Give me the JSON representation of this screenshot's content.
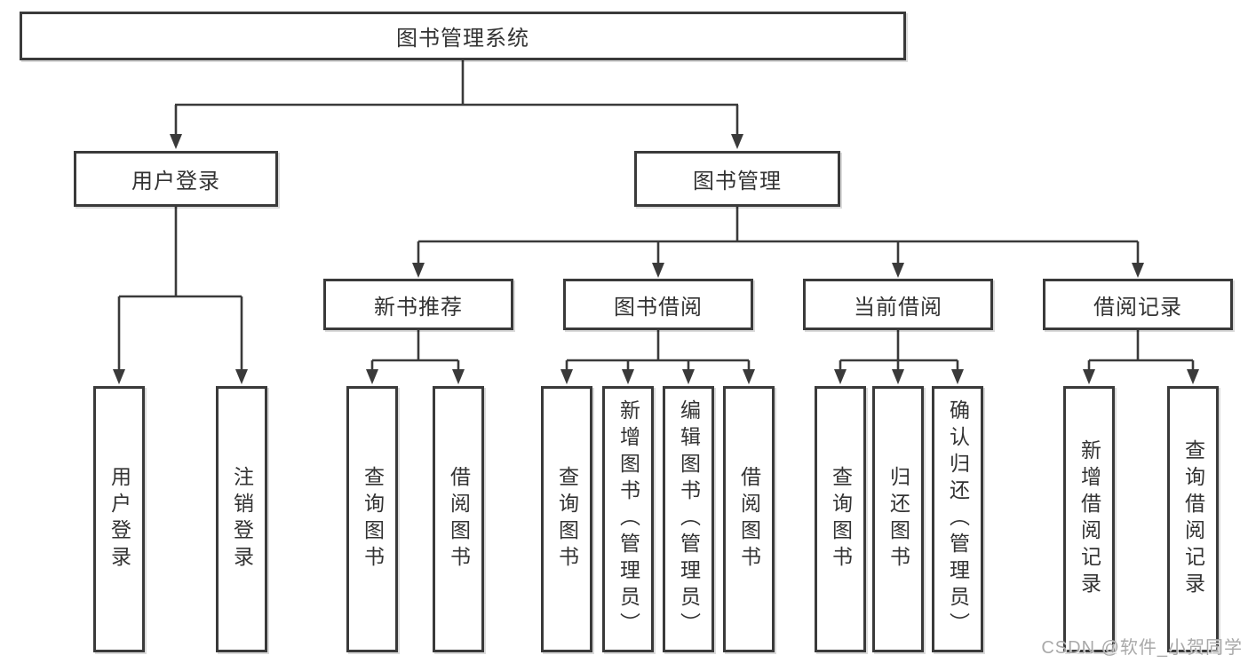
{
  "colors": {
    "box_border": "#3a3a3a",
    "connector_line": "#3a3a3a",
    "text": "#333333",
    "watermark": "#a9a9a9",
    "background": "#ffffff"
  },
  "watermark": {
    "text": "CSDN @软件_小贺同学"
  },
  "tree": {
    "root": {
      "label": "图书管理系统",
      "children": [
        {
          "label": "用户登录",
          "children": [
            {
              "label": "用户登录"
            },
            {
              "label": "注销登录"
            }
          ]
        },
        {
          "label": "图书管理",
          "children": [
            {
              "label": "新书推荐",
              "children": [
                {
                  "label": "查询图书"
                },
                {
                  "label": "借阅图书"
                }
              ]
            },
            {
              "label": "图书借阅",
              "children": [
                {
                  "label": "查询图书"
                },
                {
                  "label": "新增图书（管理员）"
                },
                {
                  "label": "编辑图书（管理员）"
                },
                {
                  "label": "借阅图书"
                }
              ]
            },
            {
              "label": "当前借阅",
              "children": [
                {
                  "label": "查询图书"
                },
                {
                  "label": "归还图书"
                },
                {
                  "label": "确认归还（管理员）"
                }
              ]
            },
            {
              "label": "借阅记录",
              "children": [
                {
                  "label": "新增借阅记录"
                },
                {
                  "label": "查询借阅记录"
                }
              ]
            }
          ]
        }
      ]
    }
  }
}
